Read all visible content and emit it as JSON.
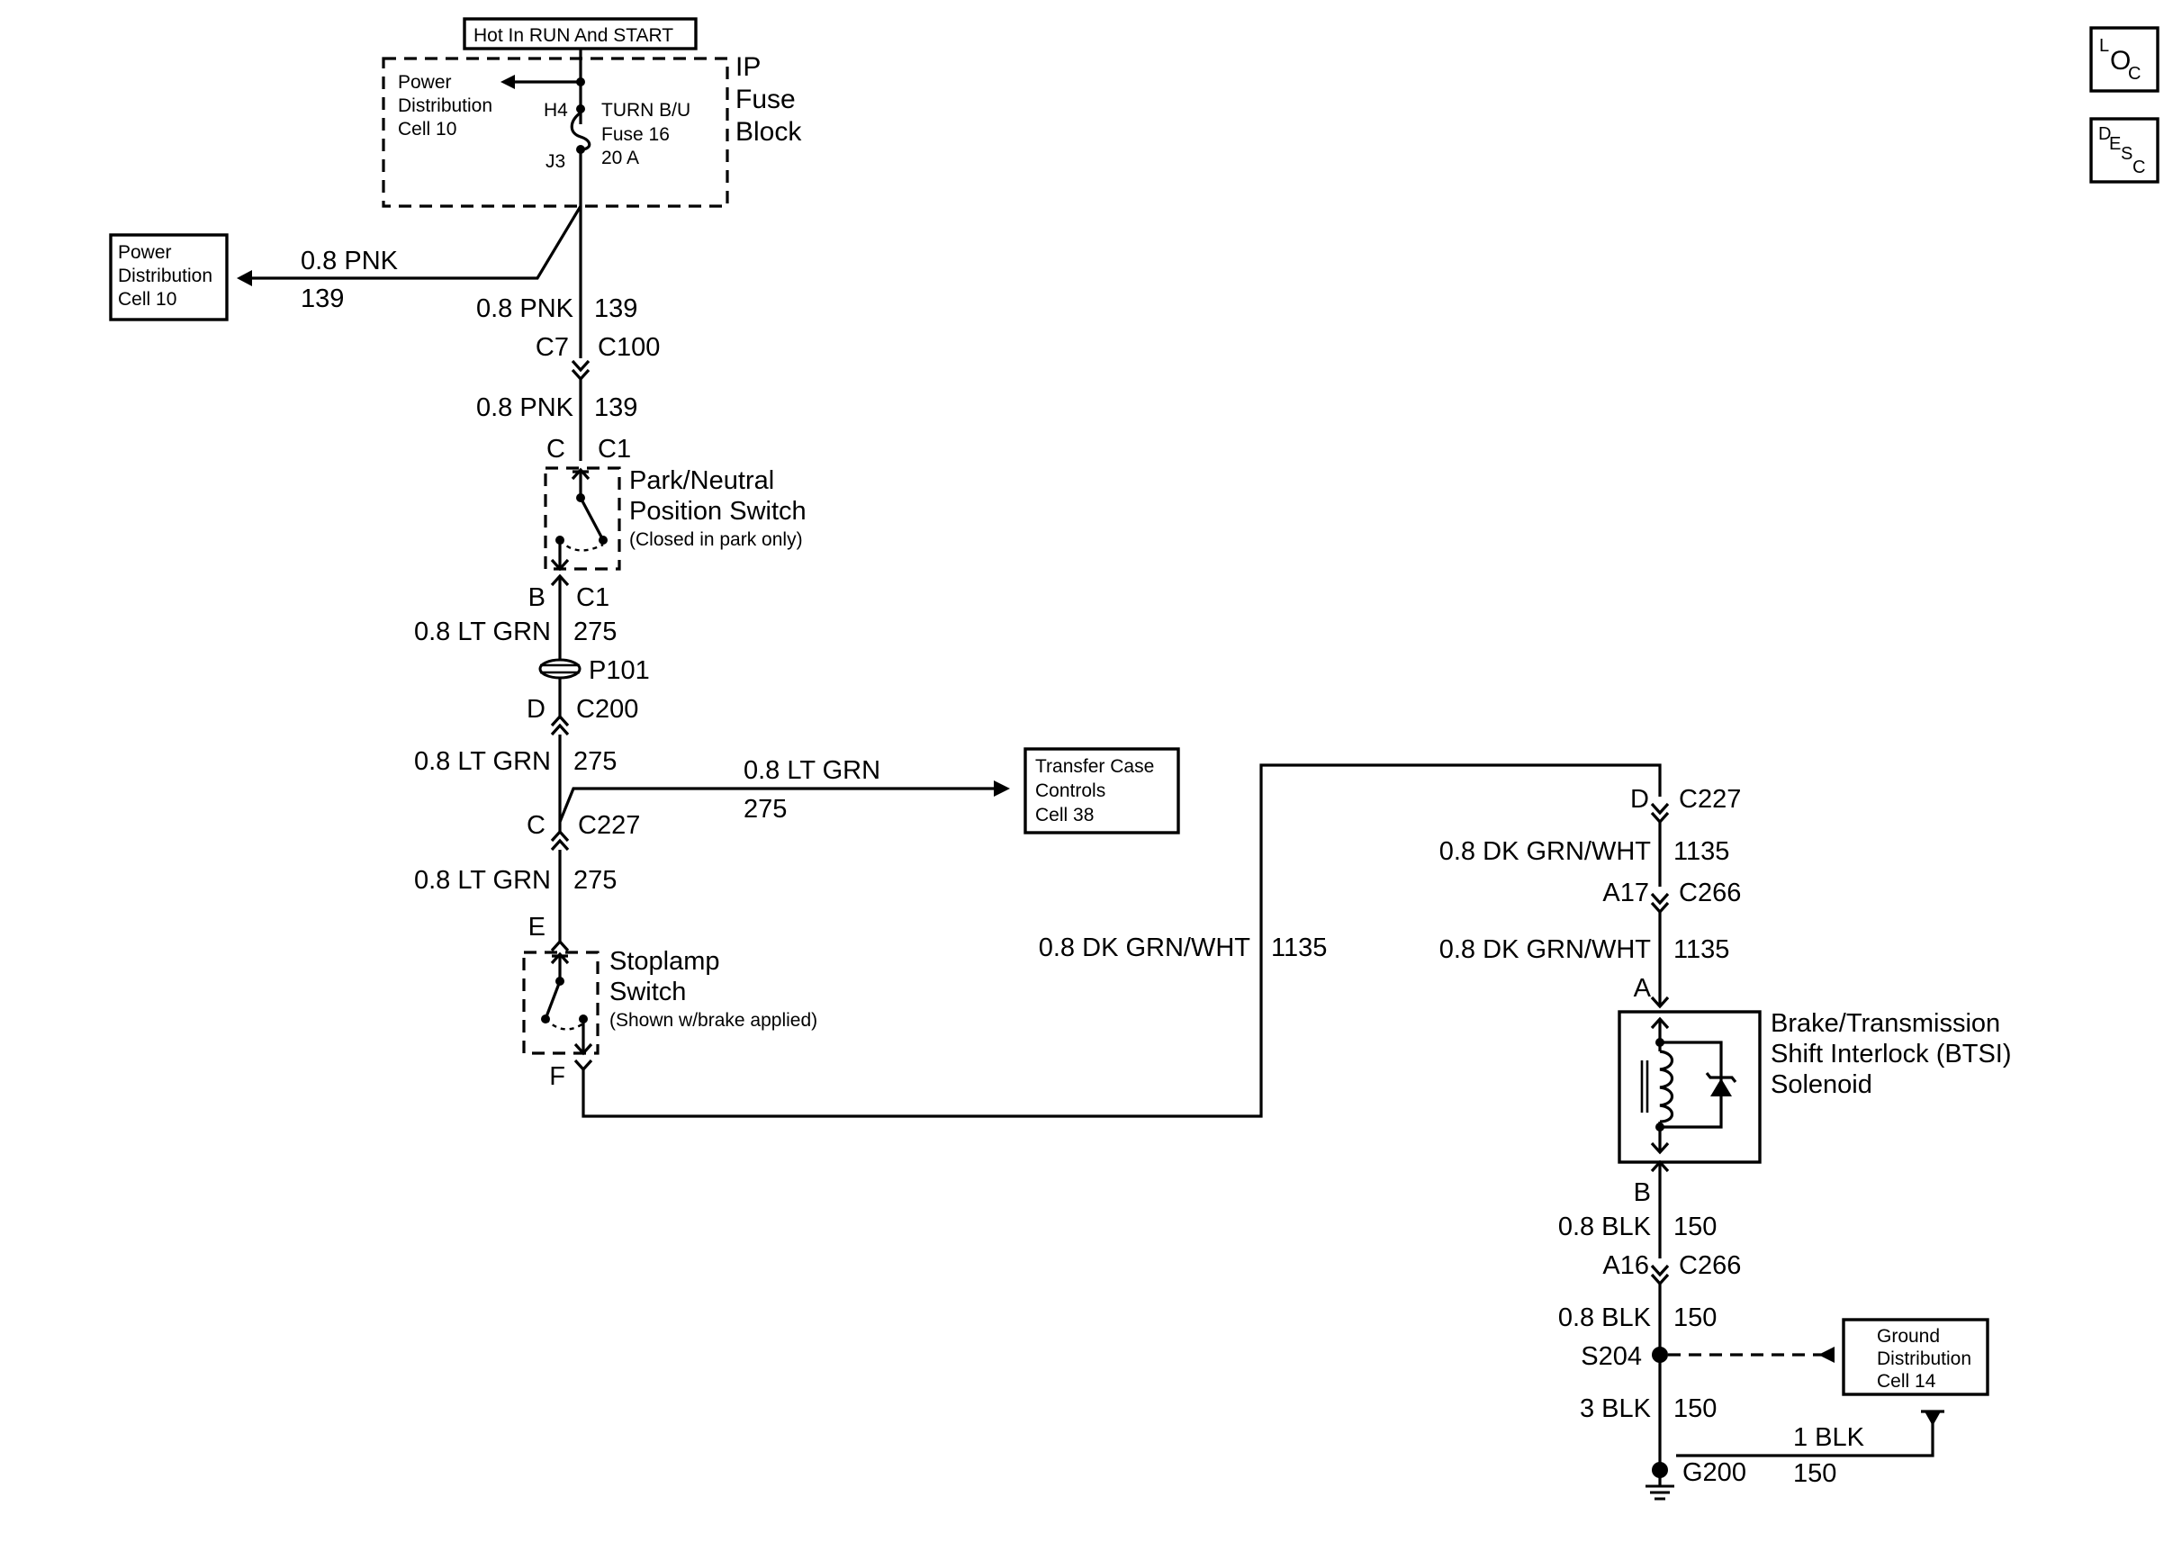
{
  "top_label": "Hot In RUN And START",
  "fuse_block": {
    "name": [
      "IP",
      "Fuse",
      "Block"
    ],
    "power_ref": [
      "Power",
      "Distribution",
      "Cell 10"
    ],
    "pin_top": "H4",
    "pin_bottom": "J3",
    "fuse": [
      "TURN B/U",
      "Fuse 16",
      "20 A"
    ]
  },
  "power_dist_box": [
    "Power",
    "Distribution",
    "Cell 10"
  ],
  "wire_139_branch": {
    "gauge": "0.8 PNK",
    "circuit": "139"
  },
  "wire_139_a": {
    "gauge": "0.8 PNK",
    "circuit": "139"
  },
  "conn_c100": {
    "pin": "C7",
    "name": "C100"
  },
  "wire_139_b": {
    "gauge": "0.8 PNK",
    "circuit": "139"
  },
  "pnp_top": {
    "pin": "C",
    "name": "C1"
  },
  "park_neutral": {
    "title": [
      "Park/Neutral",
      "Position Switch"
    ],
    "note": "(Closed in park only)"
  },
  "pnp_bottom": {
    "pin": "B",
    "name": "C1"
  },
  "wire_275_a": {
    "gauge": "0.8 LT GRN",
    "circuit": "275"
  },
  "splice_p101": "P101",
  "conn_c200": {
    "pin": "D",
    "name": "C200"
  },
  "wire_275_b": {
    "gauge": "0.8 LT GRN",
    "circuit": "275"
  },
  "wire_275_branch": {
    "gauge": "0.8 LT GRN",
    "circuit": "275"
  },
  "transfer_case_box": [
    "Transfer Case",
    "Controls",
    "Cell 38"
  ],
  "conn_c227_left": {
    "pin": "C",
    "name": "C227"
  },
  "wire_275_c": {
    "gauge": "0.8 LT GRN",
    "circuit": "275"
  },
  "stoplamp": {
    "pin_top": "E",
    "title": [
      "Stoplamp",
      "Switch"
    ],
    "note": "(Shown w/brake applied)",
    "pin_bottom": "F"
  },
  "wire_1135_mid": {
    "gauge": "0.8 DK GRN/WHT",
    "circuit": "1135"
  },
  "conn_c227_right": {
    "pin": "D",
    "name": "C227"
  },
  "wire_1135_a": {
    "gauge": "0.8 DK GRN/WHT",
    "circuit": "1135"
  },
  "conn_c266_top": {
    "pin": "A17",
    "name": "C266"
  },
  "wire_1135_b": {
    "gauge": "0.8 DK GRN/WHT",
    "circuit": "1135"
  },
  "btsi": {
    "pin_top": "A",
    "title": [
      "Brake/Transmission",
      "Shift Interlock (BTSI)",
      "Solenoid"
    ],
    "pin_bottom": "B"
  },
  "wire_150_a": {
    "gauge": "0.8 BLK",
    "circuit": "150"
  },
  "conn_c266_bottom": {
    "pin": "A16",
    "name": "C266"
  },
  "wire_150_b": {
    "gauge": "0.8 BLK",
    "circuit": "150"
  },
  "splice_s204": "S204",
  "ground_dist_box": [
    "Ground",
    "Distribution",
    "Cell 14"
  ],
  "wire_150_c": {
    "gauge": "3 BLK",
    "circuit": "150"
  },
  "wire_150_d": {
    "gauge": "1 BLK",
    "circuit": "150"
  },
  "ground_g200": "G200",
  "loc_icon": [
    "L",
    "O",
    "C"
  ],
  "desc_icon": [
    "D",
    "E",
    "S",
    "C"
  ]
}
